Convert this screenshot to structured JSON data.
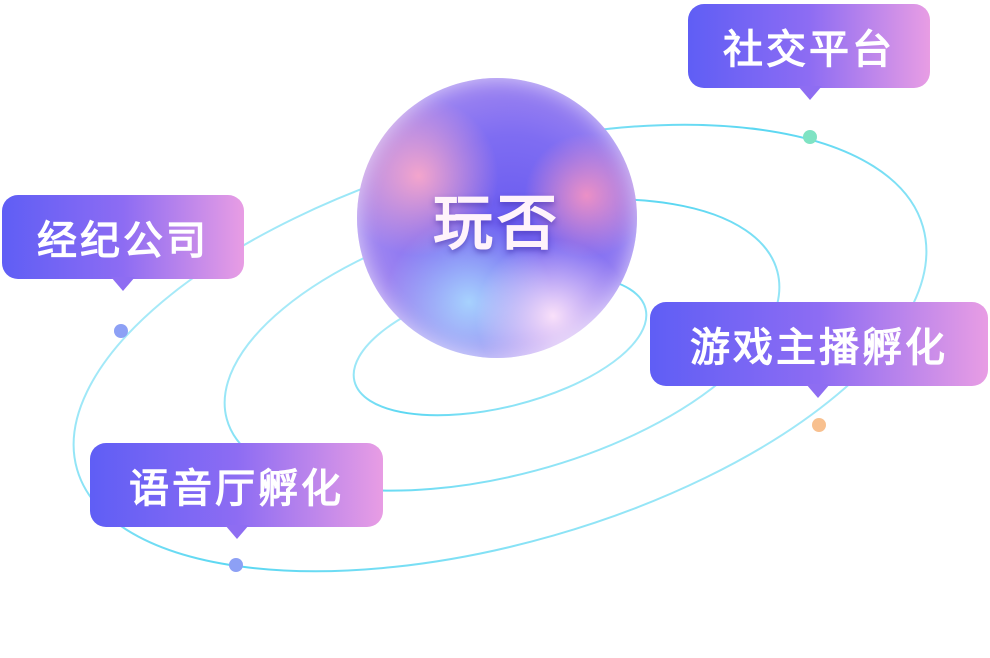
{
  "center": {
    "label": "玩否"
  },
  "labels": [
    {
      "text": "社交平台",
      "dot_color": "#7fe3c3"
    },
    {
      "text": "经纪公司",
      "dot_color": "#8da0f5"
    },
    {
      "text": "游戏主播孵化",
      "dot_color": "#f8c08f"
    },
    {
      "text": "语音厅孵化",
      "dot_color": "#8da0f5"
    }
  ],
  "colors": {
    "orbit": "#5ad7f2",
    "gradient_start": "#5f5ef5",
    "gradient_end": "#e89de4"
  }
}
